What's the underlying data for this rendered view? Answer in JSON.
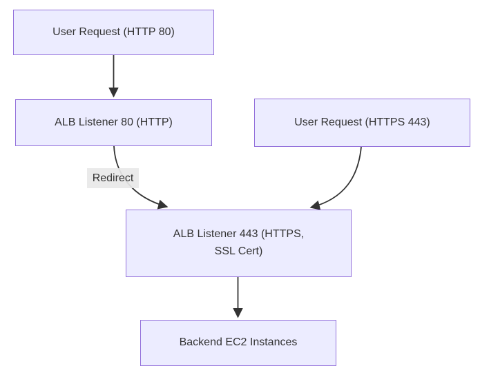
{
  "diagram": {
    "type": "flowchart",
    "direction": "top-down",
    "colors": {
      "background": "#ffffff",
      "node_fill": "#ECECFF",
      "node_border": "#9370DB",
      "edge_stroke": "#333333",
      "text": "#333333",
      "edge_label_bg": "#e8e8e8"
    },
    "nodes": [
      {
        "id": "user-http",
        "label": "User Request (HTTP 80)"
      },
      {
        "id": "alb-80",
        "label": "ALB Listener 80 (HTTP)"
      },
      {
        "id": "user-https",
        "label": "User Request (HTTPS 443)"
      },
      {
        "id": "alb-443",
        "label": "ALB Listener 443 (HTTPS, SSL Cert)"
      },
      {
        "id": "backend",
        "label": "Backend EC2 Instances"
      }
    ],
    "edges": [
      {
        "from": "user-http",
        "to": "alb-80",
        "label": ""
      },
      {
        "from": "alb-80",
        "to": "alb-443",
        "label": "Redirect"
      },
      {
        "from": "user-https",
        "to": "alb-443",
        "label": ""
      },
      {
        "from": "alb-443",
        "to": "backend",
        "label": ""
      }
    ]
  }
}
